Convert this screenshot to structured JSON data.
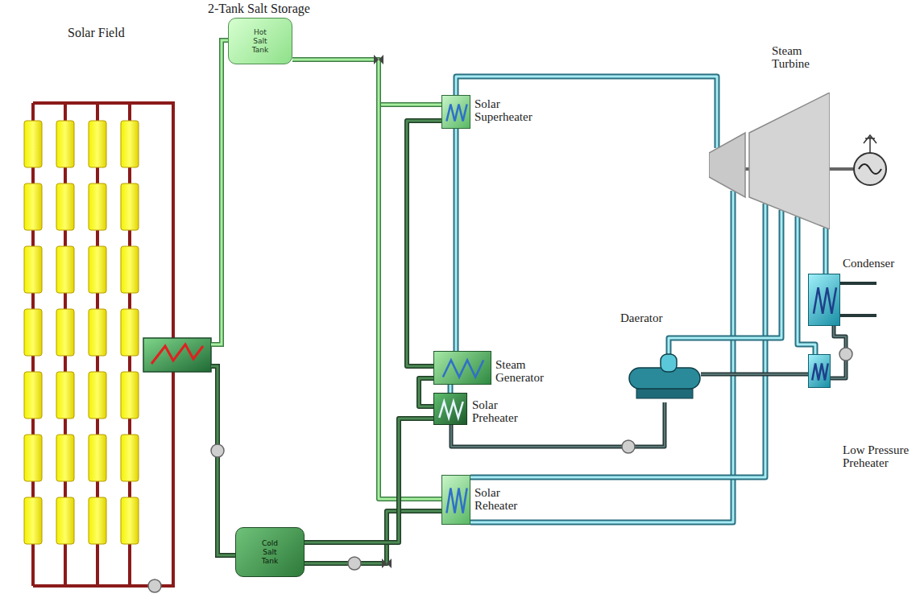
{
  "diagram": {
    "nodes": [
      {
        "text": [
          "Hot Salt Tank"
        ]
      },
      {
        "text": [
          "Cold Salt Tank"
        ]
      },
      {
        "text": [
          "Solar Superheater"
        ]
      },
      {
        "text": [
          "Steam Generator"
        ]
      },
      {
        "text": [
          "Solar Preheater"
        ]
      },
      {
        "text": [
          "Solar Reheater"
        ]
      },
      {
        "text": [
          "Steam Turbine"
        ]
      },
      {
        "text": [
          "Condenser"
        ]
      },
      {
        "text": [
          "Daerator"
        ]
      },
      {
        "text": [
          "Low Pressure Preheater"
        ]
      }
    ],
    "edges": [
      {
        "from": 0,
        "to": 2,
        "arrow": "none"
      },
      {
        "from": 0,
        "to": 5,
        "arrow": "none"
      },
      {
        "from": 1,
        "to": 5,
        "arrow": "none"
      },
      {
        "from": 2,
        "to": 3,
        "arrow": "none"
      },
      {
        "from": 3,
        "to": 4,
        "arrow": "none"
      },
      {
        "from": 4,
        "to": 1,
        "arrow": "none"
      },
      {
        "from": 8,
        "to": 4,
        "arrow": "none"
      },
      {
        "from": 4,
        "to": 3,
        "arrow": "none"
      },
      {
        "from": 3,
        "to": 2,
        "arrow": "none"
      },
      {
        "from": 2,
        "to": 6,
        "arrow": "none"
      },
      {
        "from": 6,
        "to": 5,
        "arrow": "none"
      },
      {
        "from": 5,
        "to": 6,
        "arrow": "none"
      },
      {
        "from": 6,
        "to": 8,
        "arrow": "none"
      },
      {
        "from": 6,
        "to": 9,
        "arrow": "none"
      },
      {
        "from": 6,
        "to": 7,
        "arrow": "none"
      },
      {
        "from": 7,
        "to": 9,
        "arrow": "none"
      },
      {
        "from": 9,
        "to": 8,
        "arrow": "none"
      }
    ],
    "labels": [
      "Solar Field",
      "2-Tank Salt Storage"
    ]
  }
}
